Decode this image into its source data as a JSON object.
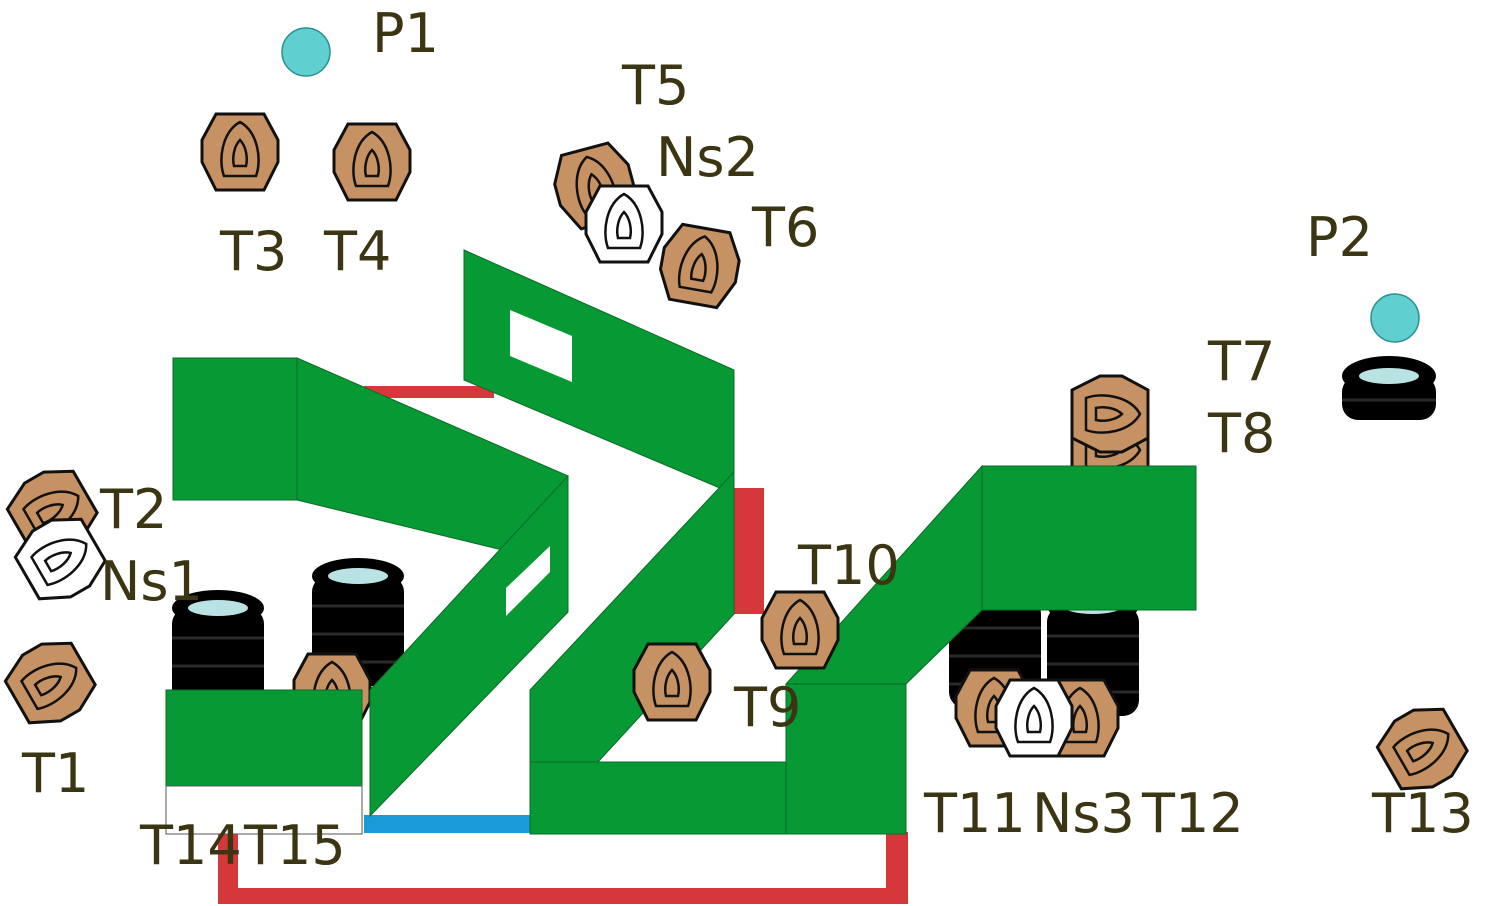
{
  "labels": {
    "p1": "P1",
    "p2": "P2",
    "t1": "T1",
    "t2": "T2",
    "t3": "T3",
    "t4": "T4",
    "t5": "T5",
    "t6": "T6",
    "t7": "T7",
    "t8": "T8",
    "t9": "T9",
    "t10": "T10",
    "t11": "T11",
    "t12": "T12",
    "t13": "T13",
    "t14": "T14",
    "t15": "T15",
    "ns1": "Ns1",
    "ns2": "Ns2",
    "ns3": "Ns3"
  },
  "colors": {
    "wall_green": "#069934",
    "fault_line_red": "#d5373a",
    "fault_line_blue": "#1a9ad6",
    "target_tan": "#c79263",
    "no_shoot_white": "#ffffff",
    "tire_black": "#000000",
    "position_cyan": "#5fcfcf",
    "label_text": "#3b3514"
  },
  "icons": {
    "shoot_target": "paper-target-icon",
    "no_shoot": "no-shoot-target-icon",
    "tire_stack": "tire-stack-icon",
    "start_position": "start-position-icon"
  }
}
